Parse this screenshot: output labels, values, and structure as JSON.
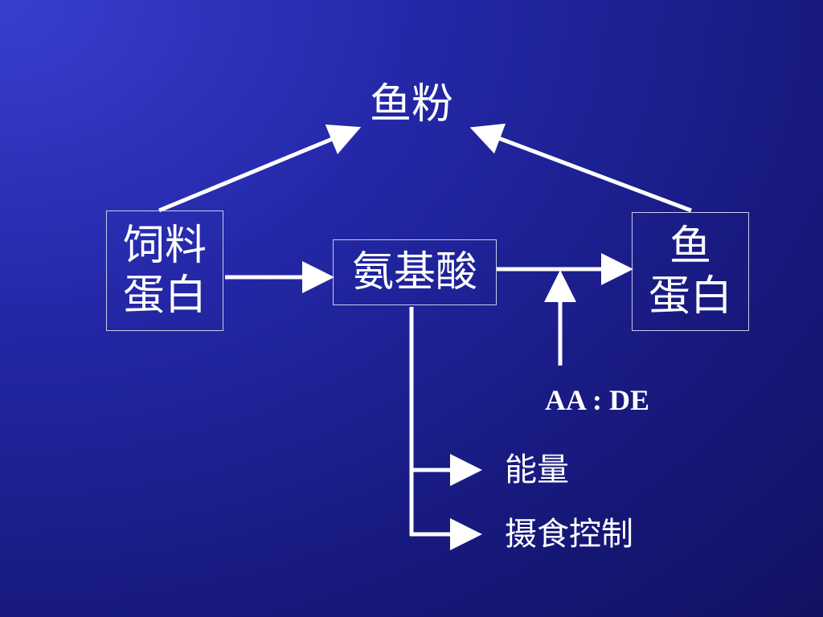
{
  "diagram": {
    "top_node": "鱼粉",
    "feed_protein": [
      "饲料",
      "蛋白"
    ],
    "amino_acid": "氨基酸",
    "fish_protein": [
      "鱼",
      "蛋白"
    ],
    "ratio_label": "AA : DE",
    "outputs": [
      "能量",
      "摄食控制"
    ]
  },
  "colors": {
    "background": "#1a1c88",
    "foreground": "#ffffff",
    "box_border": "#c8cce8"
  }
}
